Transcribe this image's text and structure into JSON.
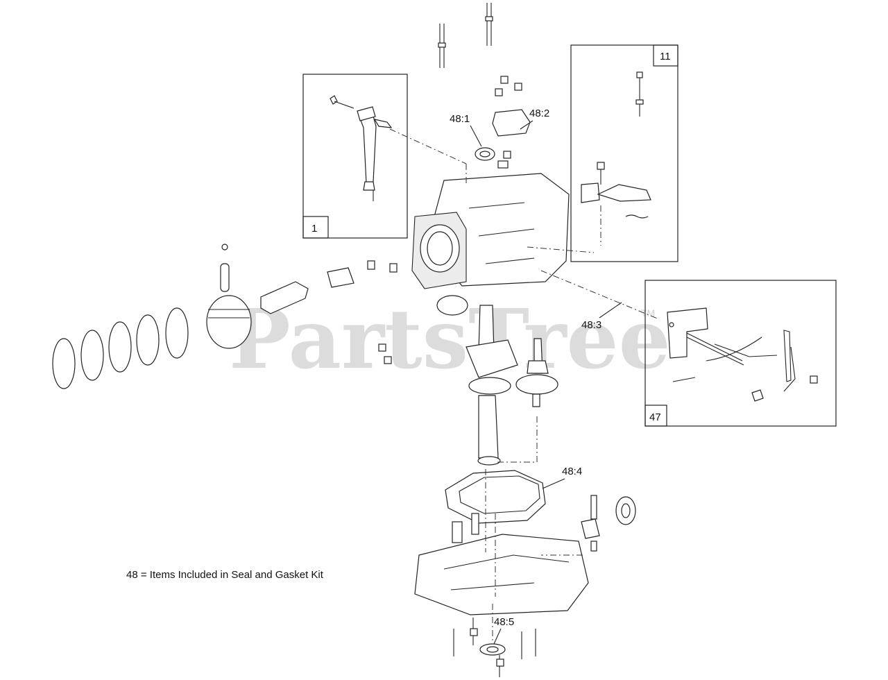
{
  "watermark": {
    "text": "PartsTree",
    "trademark": "TM"
  },
  "note": "48 = Items Included in Seal and Gasket Kit",
  "boxes": {
    "box1": "1",
    "box11": "11",
    "box47": "47"
  },
  "callouts": {
    "c48_1": "48:1",
    "c48_2": "48:2",
    "c48_3": "48:3",
    "c48_4": "48:4",
    "c48_5": "48:5"
  }
}
